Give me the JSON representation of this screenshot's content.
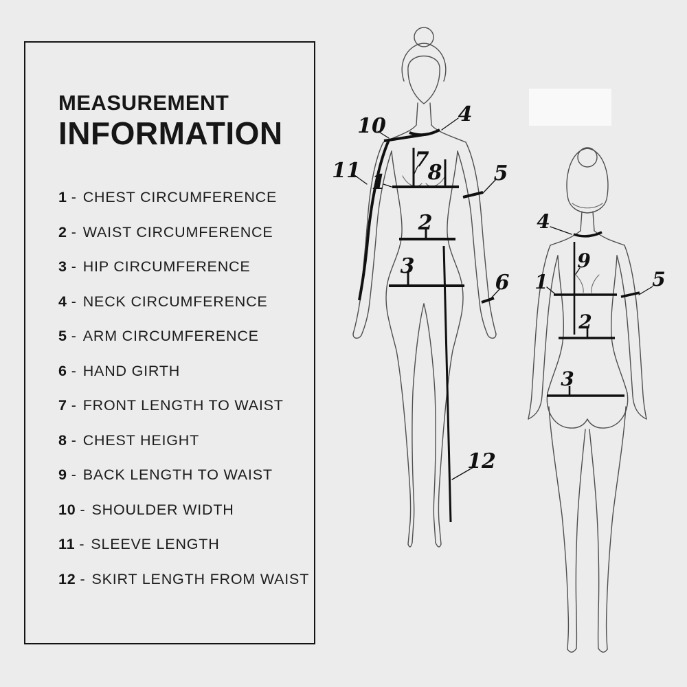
{
  "page": {
    "background": "#ececec"
  },
  "panel": {
    "title_line1": "MEASUREMENT",
    "title_line2": "INFORMATION",
    "separator": "-",
    "items": [
      {
        "num": "1",
        "label": "CHEST CIRCUMFERENCE"
      },
      {
        "num": "2",
        "label": "WAIST CIRCUMFERENCE"
      },
      {
        "num": "3",
        "label": "HIP CIRCUMFERENCE"
      },
      {
        "num": "4",
        "label": "NECK CIRCUMFERENCE"
      },
      {
        "num": "5",
        "label": "ARM CIRCUMFERENCE"
      },
      {
        "num": "6",
        "label": "HAND GIRTH"
      },
      {
        "num": "7",
        "label": "FRONT LENGTH TO WAIST"
      },
      {
        "num": "8",
        "label": "CHEST HEIGHT"
      },
      {
        "num": "9",
        "label": "BACK LENGTH TO WAIST"
      },
      {
        "num": "10",
        "label": "SHOULDER WIDTH"
      },
      {
        "num": "11",
        "label": "SLEEVE LENGTH"
      },
      {
        "num": "12",
        "label": "SKIRT LENGTH FROM WAIST"
      }
    ]
  },
  "figures": {
    "front_view": {
      "labels": {
        "shoulder_width": "10",
        "neck": "4",
        "sleeve_length": "11",
        "front_length": "7",
        "chest_height": "8",
        "chest": "1",
        "arm": "5",
        "waist": "2",
        "hip": "3",
        "hand": "6",
        "skirt_length": "12"
      }
    },
    "back_view": {
      "labels": {
        "neck": "4",
        "back_length": "9",
        "chest": "1",
        "arm": "5",
        "waist": "2",
        "hip": "3"
      }
    }
  }
}
